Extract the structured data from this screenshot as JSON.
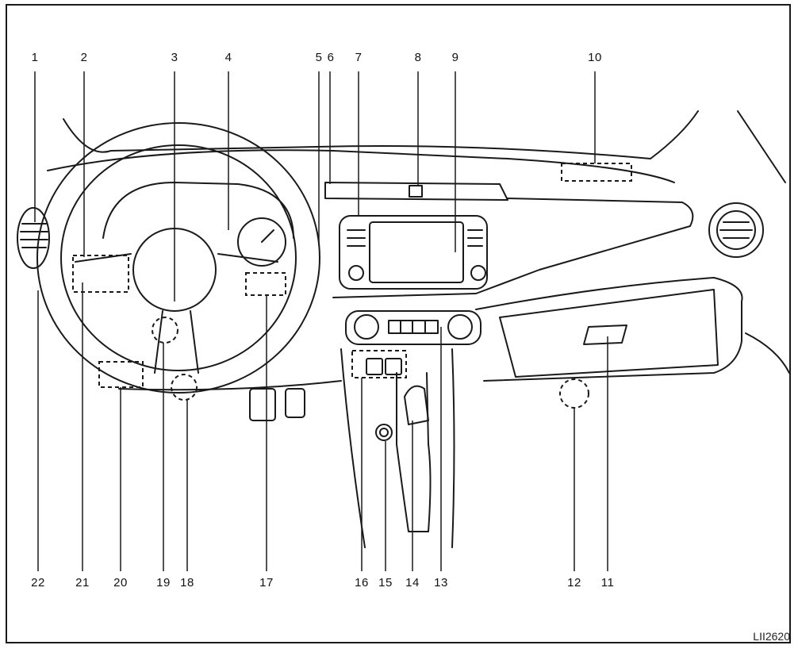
{
  "figure_code": "LII2620",
  "callouts": {
    "top": [
      "1",
      "2",
      "3",
      "4",
      "5",
      "6",
      "7",
      "8",
      "9",
      "10"
    ],
    "bottom": [
      "22",
      "21",
      "20",
      "19",
      "18",
      "17",
      "16",
      "15",
      "14",
      "13",
      "12",
      "11"
    ]
  }
}
